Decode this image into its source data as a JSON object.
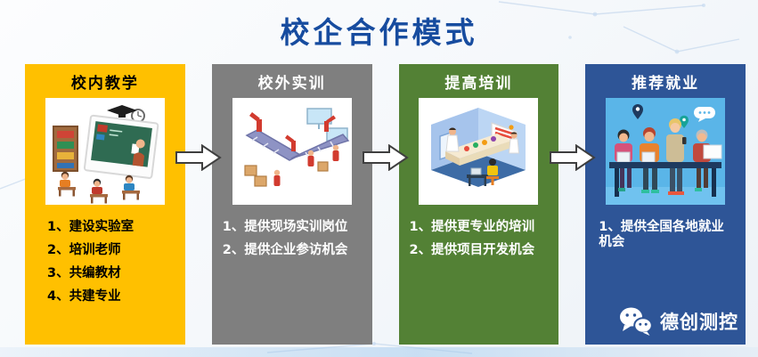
{
  "page": {
    "title": "校企合作模式",
    "title_color": "#174C9F"
  },
  "columns": [
    {
      "title": "校内教学",
      "color": "#FFC000",
      "text_color": "#000000",
      "illustration": "classroom-teaching",
      "items": [
        "1、建设实验室",
        "2、培训老师",
        "3、共编教材",
        "4、共建专业"
      ]
    },
    {
      "title": "校外实训",
      "color": "#7F7F7F",
      "text_color": "#FFFFFF",
      "illustration": "factory-production-line",
      "items": [
        "1、提供现场实训岗位",
        "2、提供企业参访机会"
      ]
    },
    {
      "title": "提高培训",
      "color": "#538135",
      "text_color": "#FFFFFF",
      "illustration": "training-lab-room",
      "items": [
        "1、提供更专业的培训",
        "2、提供项目开发机会"
      ]
    },
    {
      "title": "推荐就业",
      "color": "#2E5597",
      "text_color": "#FFFFFF",
      "illustration": "office-employment",
      "items": [
        "1、提供全国各地就业机会"
      ]
    }
  ],
  "arrows": {
    "count": 3,
    "direction": "right",
    "fill": "#FFFFFF",
    "outline": "#3F3F3F"
  },
  "watermark": {
    "icon": "wechat-icon",
    "label": "德创测控",
    "color": "#FFFFFF"
  }
}
